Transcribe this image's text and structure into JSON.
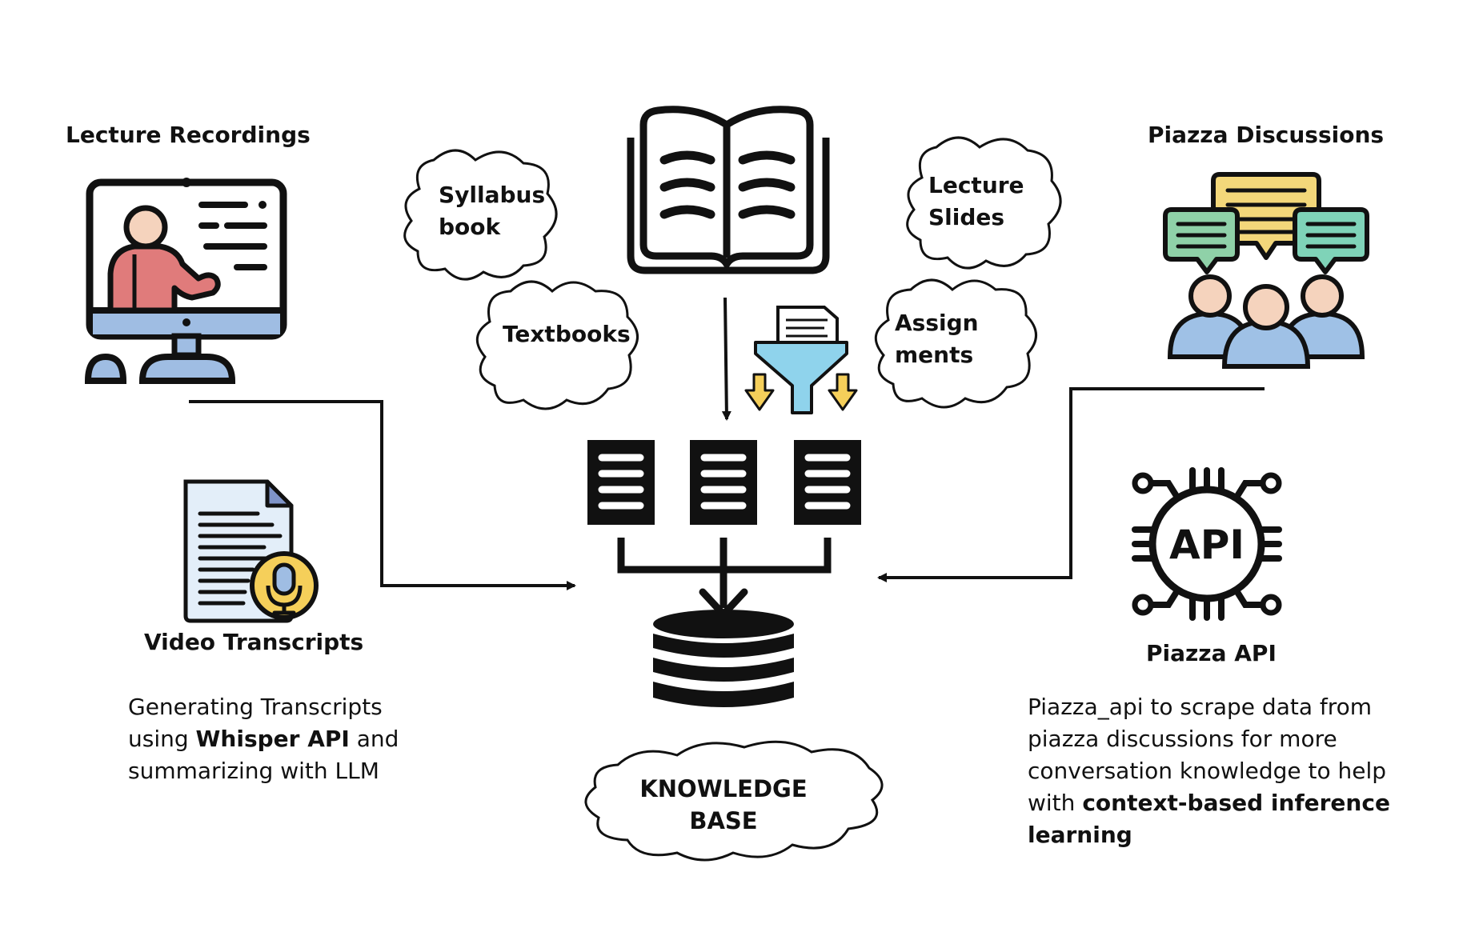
{
  "sources": {
    "lecture_recordings": {
      "title": "Lecture Recordings"
    },
    "piazza_discussions": {
      "title": "Piazza Discussions"
    }
  },
  "course_materials": {
    "syllabus": {
      "line1": "Syllabus",
      "line2": "book"
    },
    "textbooks": {
      "label": "Textbooks"
    },
    "lecture_slides": {
      "line1": "Lecture",
      "line2": "Slides"
    },
    "assignments": {
      "line1": "Assign",
      "line2": "ments"
    }
  },
  "processing": {
    "video_transcripts": {
      "title": "Video Transcripts",
      "desc_line1": "Generating Transcripts",
      "desc_line2_pre": "using ",
      "desc_line2_bold": "Whisper API",
      "desc_line2_post": " and",
      "desc_line3": "summarizing with LLM"
    },
    "piazza_api": {
      "title": "Piazza API",
      "icon_text": "API",
      "desc_line1": "Piazza_api to scrape data from",
      "desc_line2": "piazza discussions for more",
      "desc_line3": "conversation knowledge to help",
      "desc_line4_pre": "with ",
      "desc_line4_bold": "context-based inference",
      "desc_line5_bold": "learning"
    }
  },
  "knowledge_base": {
    "line1": "KNOWLEDGE",
    "line2": "BASE"
  },
  "colors": {
    "stroke": "#111111",
    "presenter_shirt": "#e07b7b",
    "skin": "#f5d3bd",
    "monitor_base": "#9fbde3",
    "people_blue": "#9fc1e6",
    "bubble_green": "#8fd1a8",
    "bubble_yellow": "#f3d77a",
    "bubble_teal": "#7fd3b8",
    "filter_blue": "#8fd3ec",
    "arrow_yellow": "#f5cf5a",
    "doc_blue": "#e3eef9",
    "mic_yellow": "#f5cf5a"
  }
}
